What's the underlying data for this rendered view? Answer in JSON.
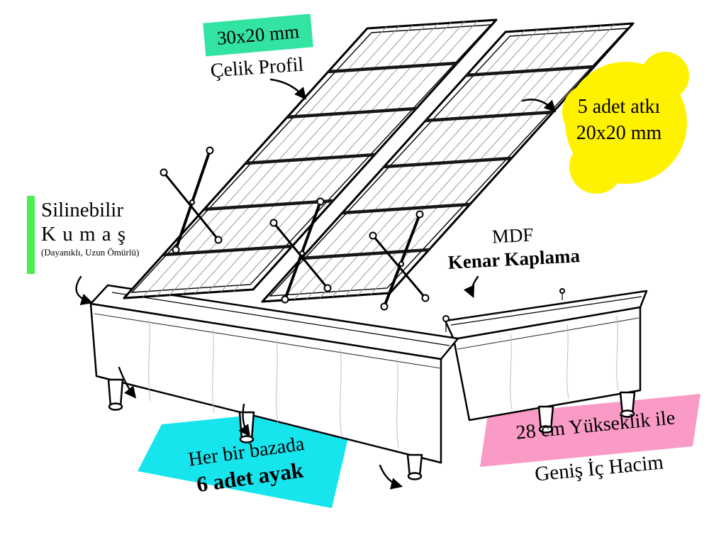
{
  "labels": {
    "steel_profile": {
      "size": "30x20 mm",
      "name": "Çelik Profil"
    },
    "crossbars": {
      "line1": "5 adet atkı",
      "line2": "20x20 mm"
    },
    "fabric": {
      "line1": "Silinebilir",
      "line2": "K u m a ş",
      "line3": "(Dayanıklı, Uzun Ömürlü)"
    },
    "edge": {
      "line1": "MDF",
      "line2": "Kenar Kaplama"
    },
    "legs": {
      "line1": "Her bir bazada",
      "line2": "6 adet ayak"
    },
    "height": {
      "line1": "28 cm Yükseklik ile",
      "line2": "Geniş İç Hacim"
    }
  },
  "colors": {
    "highlight_green": "#33E3A1",
    "bar_green": "#4CEE52",
    "highlight_yellow": "#FFF200",
    "highlight_cyan": "#16E5EE",
    "highlight_pink": "#F99BC6",
    "ink": "#000000"
  }
}
